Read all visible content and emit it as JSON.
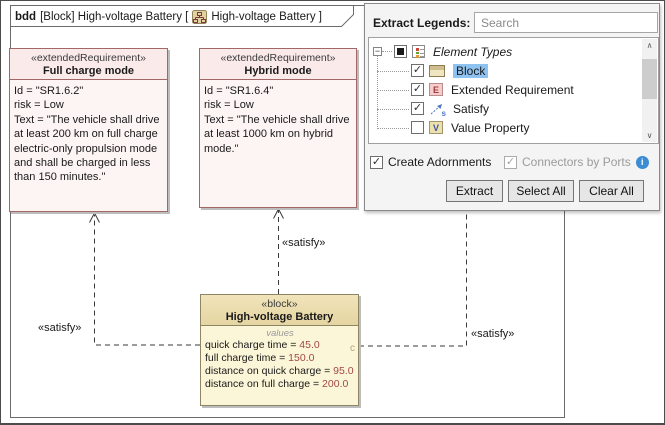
{
  "colors": {
    "requirement_border": "#a26868",
    "requirement_header_fill": "#fbeaea",
    "requirement_body_fill": "#fdf4f4",
    "block_border": "#8e8565",
    "block_header_fill": "#ead9a9",
    "block_body_fill": "#fcf6d8",
    "value_number": "#a04848",
    "tree_selection": "#8ec2f0",
    "info_icon": "#3c8cd4",
    "connector": "#3a3a3a"
  },
  "icons": {
    "expander_minus": "−",
    "checkmark": "✓",
    "scroll_up_arrow": "∧",
    "scroll_down_arrow": "∨",
    "info": "i"
  },
  "diagram": {
    "tab": {
      "prefix": "bdd",
      "middle": "[Block] High-voltage Battery [",
      "suffix": "High-voltage Battery ]"
    },
    "requirements": [
      {
        "stereotype": "«extendedRequirement»",
        "name": "Full charge mode",
        "body": [
          "Id = \"SR1.6.2\"",
          "risk = Low",
          "Text = \"The vehicle shall drive at least 200 km on full charge electric-only propulsion mode and shall be charged in less than 150 minutes.\""
        ]
      },
      {
        "stereotype": "«extendedRequirement»",
        "name": "Hybrid mode",
        "body": [
          "Id = \"SR1.6.4\"",
          "risk = Low",
          "Text = \"The vehicle shall drive at least 1000 km on hybrid mode.\""
        ]
      }
    ],
    "block": {
      "stereotype": "«block»",
      "name": "High-voltage Battery",
      "compartment_label": "values",
      "values": [
        {
          "name": "quick charge time = ",
          "value": "45.0"
        },
        {
          "name": "full charge time = ",
          "value": "150.0"
        },
        {
          "name": "distance on quick charge = ",
          "value": "95.0"
        },
        {
          "name": "distance on full charge = ",
          "value": "200.0"
        }
      ],
      "clipped_char": "c"
    },
    "connector_labels": [
      "«satisfy»",
      "«satisfy»",
      "«satisfy»"
    ]
  },
  "panel": {
    "title": "Extract Legends:",
    "search_placeholder": "Search",
    "tree_root_label": "Element Types",
    "tree_items": [
      {
        "label": "Block",
        "checked": true,
        "selected": true
      },
      {
        "label": "Extended Requirement",
        "checked": true,
        "icon_letter": "E"
      },
      {
        "label": "Satisfy",
        "checked": true,
        "icon_letter": "s"
      },
      {
        "label": "Value Property",
        "checked": false,
        "icon_letter": "V"
      }
    ],
    "create_adornments_label": "Create Adornments",
    "create_adornments_checked": true,
    "connectors_by_ports_label": "Connectors by Ports",
    "connectors_by_ports_checked": true,
    "connectors_by_ports_enabled": false,
    "buttons": {
      "extract": "Extract",
      "select_all": "Select All",
      "clear_all": "Clear All"
    }
  }
}
